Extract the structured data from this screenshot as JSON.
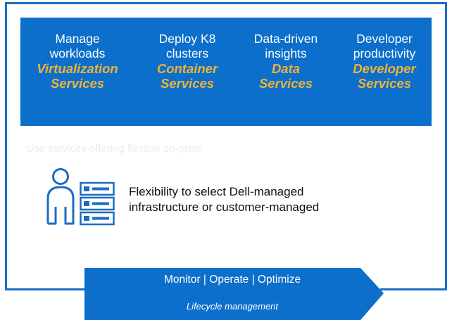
{
  "services": [
    {
      "line1": "Manage",
      "line2": "workloads",
      "accent1": "Virtualization",
      "accent2": "Services"
    },
    {
      "line1": "Deploy K8",
      "line2": "clusters",
      "accent1": "Container",
      "accent2": "Services"
    },
    {
      "line1": "Data-driven",
      "line2": "insights",
      "accent1": "Data",
      "accent2": "Services"
    },
    {
      "line1": "Developer",
      "line2": "productivity",
      "accent1": "Developer",
      "accent2": "Services"
    }
  ],
  "faded_caption": "Use services offering flexible on-prem",
  "flexibility": {
    "line1": "Flexibility to select Dell-managed",
    "line2": "infrastructure or customer-managed"
  },
  "lifecycle": {
    "main": "Monitor | Operate | Optimize",
    "sub": "Lifecycle management"
  },
  "colors": {
    "band": "#0c6fcc",
    "accent": "#f2b233",
    "frame": "#1a6dc2"
  }
}
